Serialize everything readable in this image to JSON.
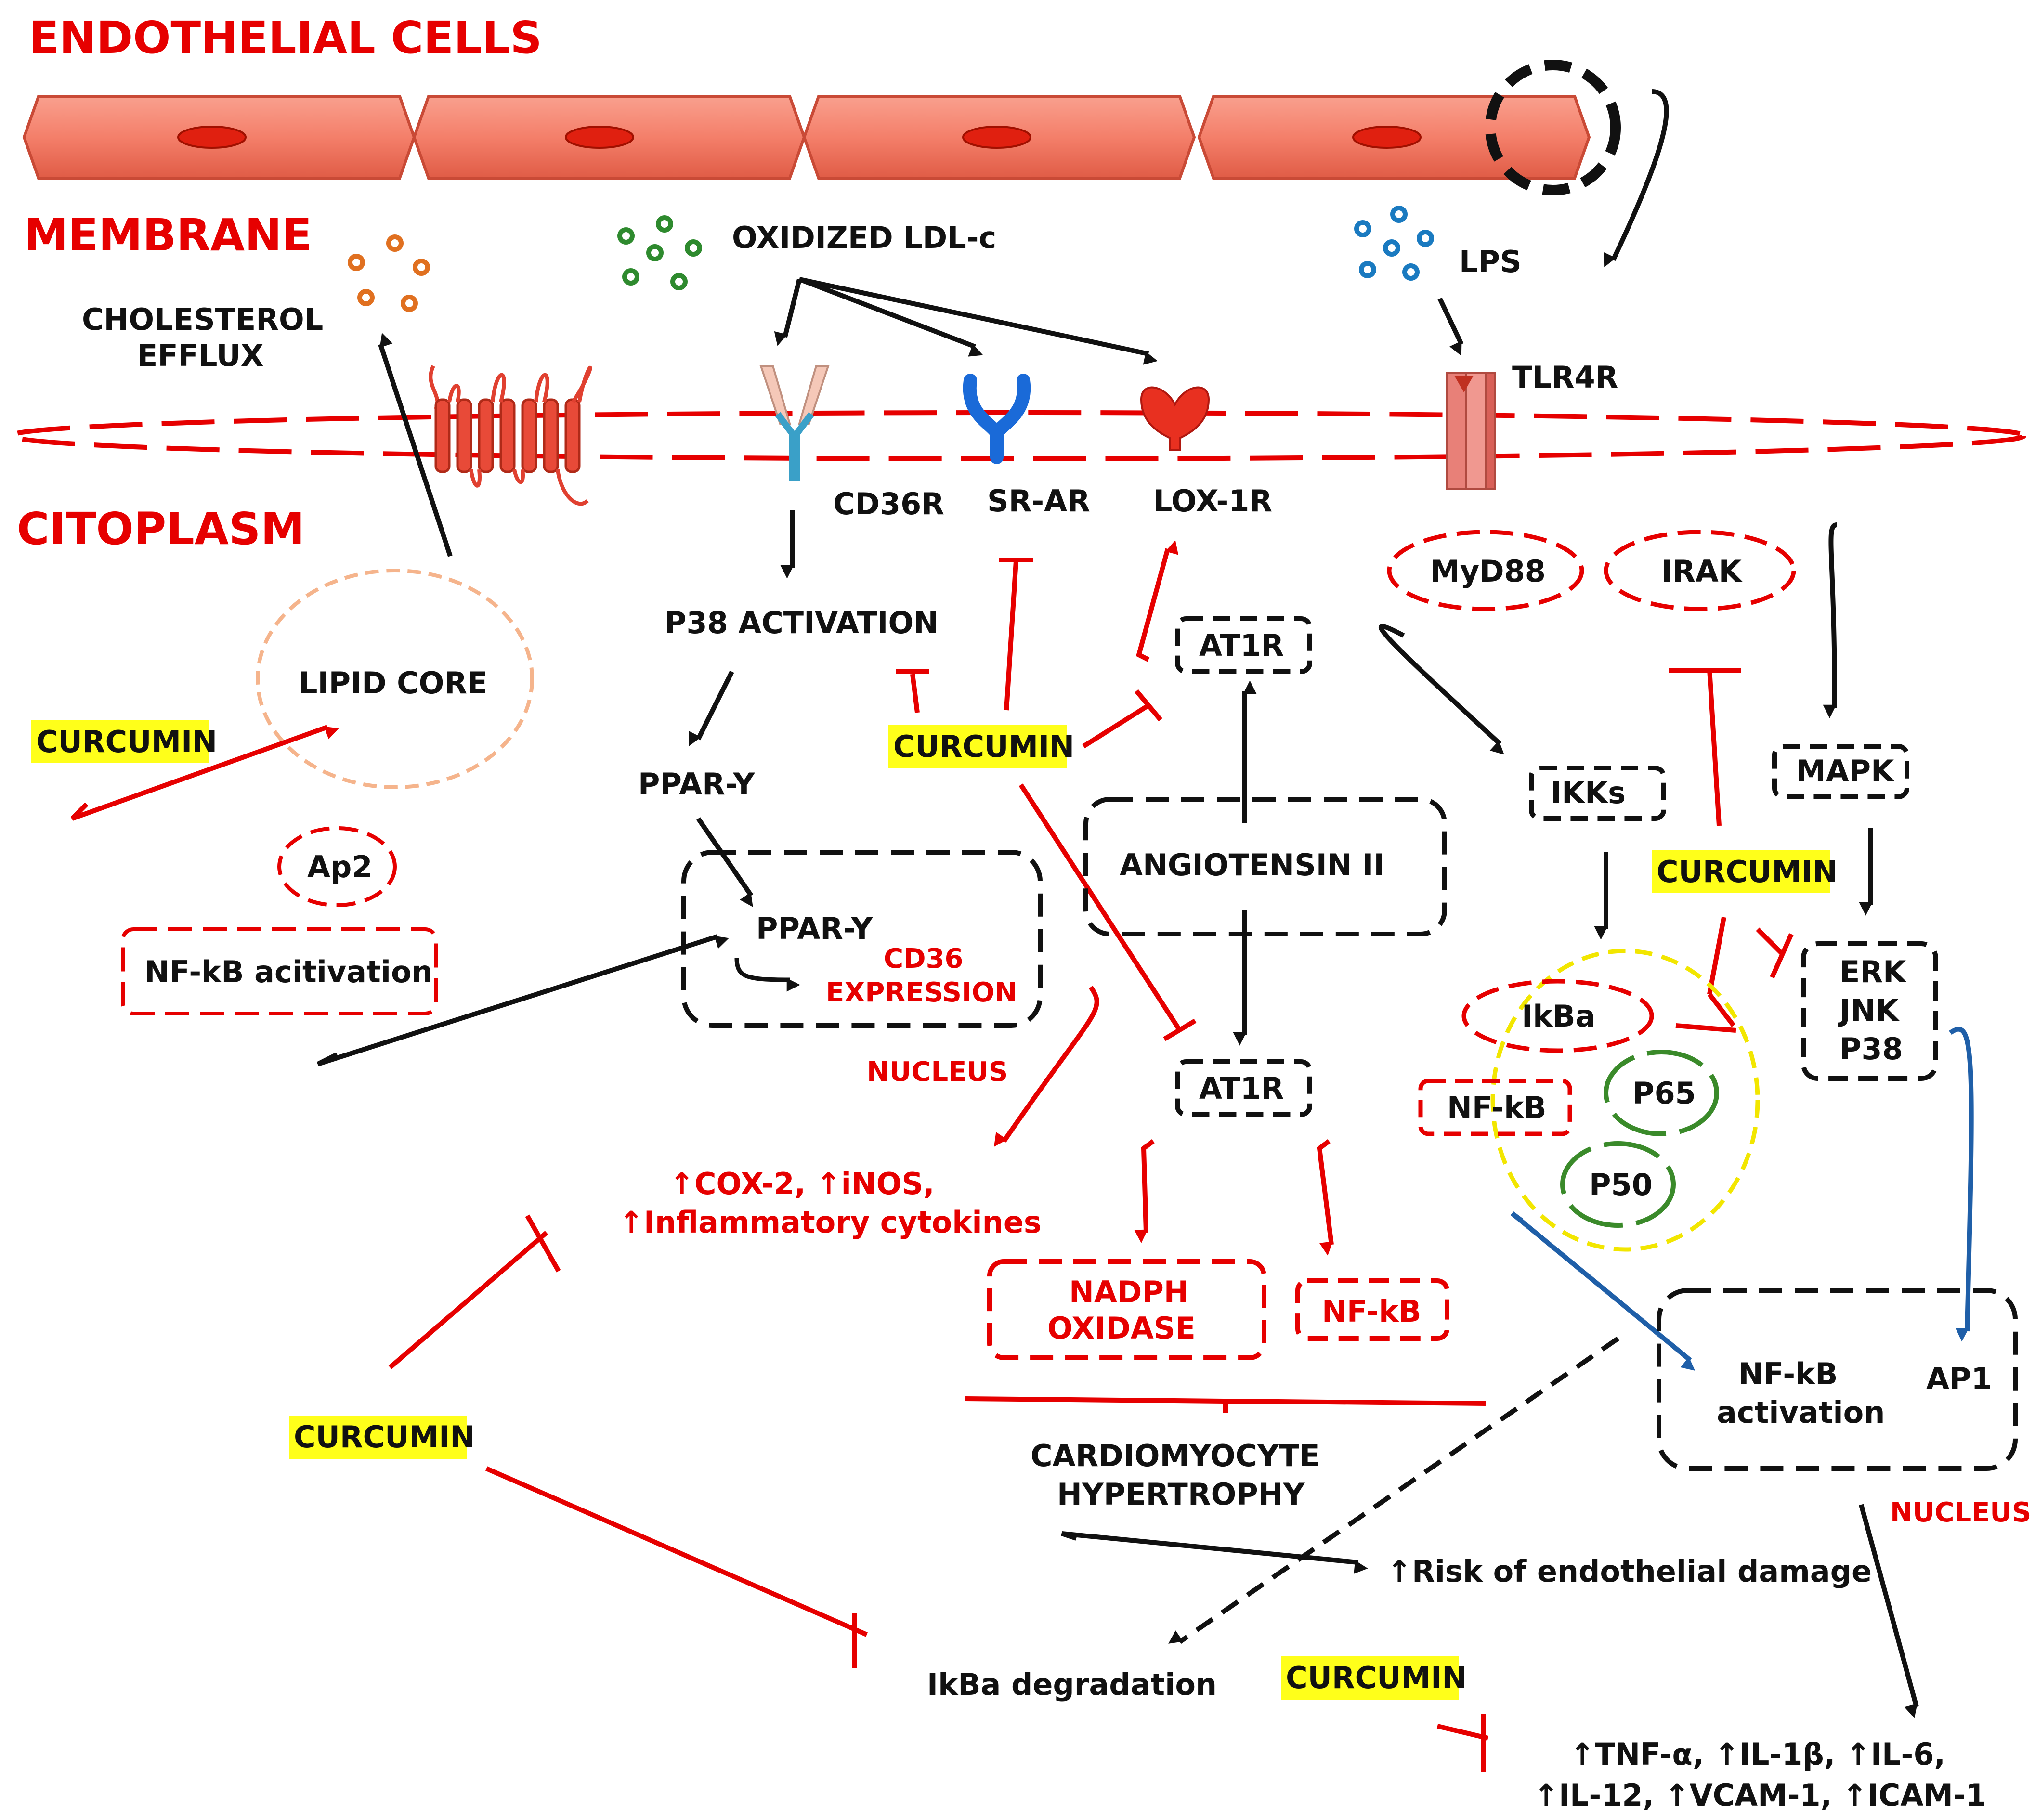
{
  "sections": {
    "endothelial": "ENDOTHELIAL CELLS",
    "membrane": "MEMBRANE",
    "citoplasm": "CITOPLASM"
  },
  "ligands": {
    "oxidized_ldl": "OXIDIZED LDL-c",
    "lps": "LPS",
    "cholesterol_line1": "CHOLESTEROL",
    "cholesterol_line2": "EFFLUX"
  },
  "receptors": {
    "cd36r": "CD36R",
    "srar": "SR-AR",
    "lox1r": "LOX-1R",
    "tlr4r": "TLR4R"
  },
  "nodes": {
    "p38_activation": "P38 ACTIVATION",
    "ppar_y_1": "PPAR-Y",
    "ppar_y_2": "PPAR-Y",
    "cd36_line1": "CD36",
    "cd36_line2": "EXPRESSION",
    "nucleus_left": "NUCLEUS",
    "lipid_core": "LIPID CORE",
    "ap2": "Ap2",
    "nfkb_acitivation": "NF-kB acitivation",
    "at1r_top": "AT1R",
    "at1r_bottom": "AT1R",
    "angiotensin": "ANGIOTENSIN II",
    "myd88": "MyD88",
    "irak": "IRAK",
    "ikks": "IKKs",
    "mapk": "MAPK",
    "ikba": "IkBa",
    "nfkb_small": "NF-kB",
    "p65": "P65",
    "p50": "P50",
    "erk": "ERK",
    "jnk": "JNK",
    "p38": "P38",
    "nfkb_act_line1": "NF-kB",
    "nfkb_act_line2": "activation",
    "ap1": "AP1",
    "nucleus_right": "NUCLEUS",
    "cox_line1": "↑COX-2, ↑iNOS,",
    "cox_line2": "↑Inflammatory cytokines",
    "nadph_line1": "NADPH",
    "nadph_line2": "OXIDASE",
    "nfkb_red": "NF-kB",
    "hypertrophy_line1": "CARDIOMYOCYTE",
    "hypertrophy_line2": "HYPERTROPHY",
    "risk": "↑Risk of endothelial damage",
    "ikba_degradation": "IkBa degradation",
    "cytokines_line1": "↑TNF-α, ↑IL-1β, ↑IL-6,",
    "cytokines_line2": "↑IL-12, ↑VCAM-1, ↑ICAM-1"
  },
  "curcumin": [
    "CURCUMIN",
    "CURCUMIN",
    "CURCUMIN",
    "CURCUMIN",
    "CURCUMIN"
  ],
  "colors": {
    "red": "#e60000",
    "black": "#111111",
    "cell_fill": "#f47f6a",
    "highlight": "#ffff1a",
    "blue_arrow": "#1f5fa8",
    "green_circle": "#3a8a2a",
    "yellow_circle": "#f2e600",
    "lipid_border": "#f5b48c"
  }
}
